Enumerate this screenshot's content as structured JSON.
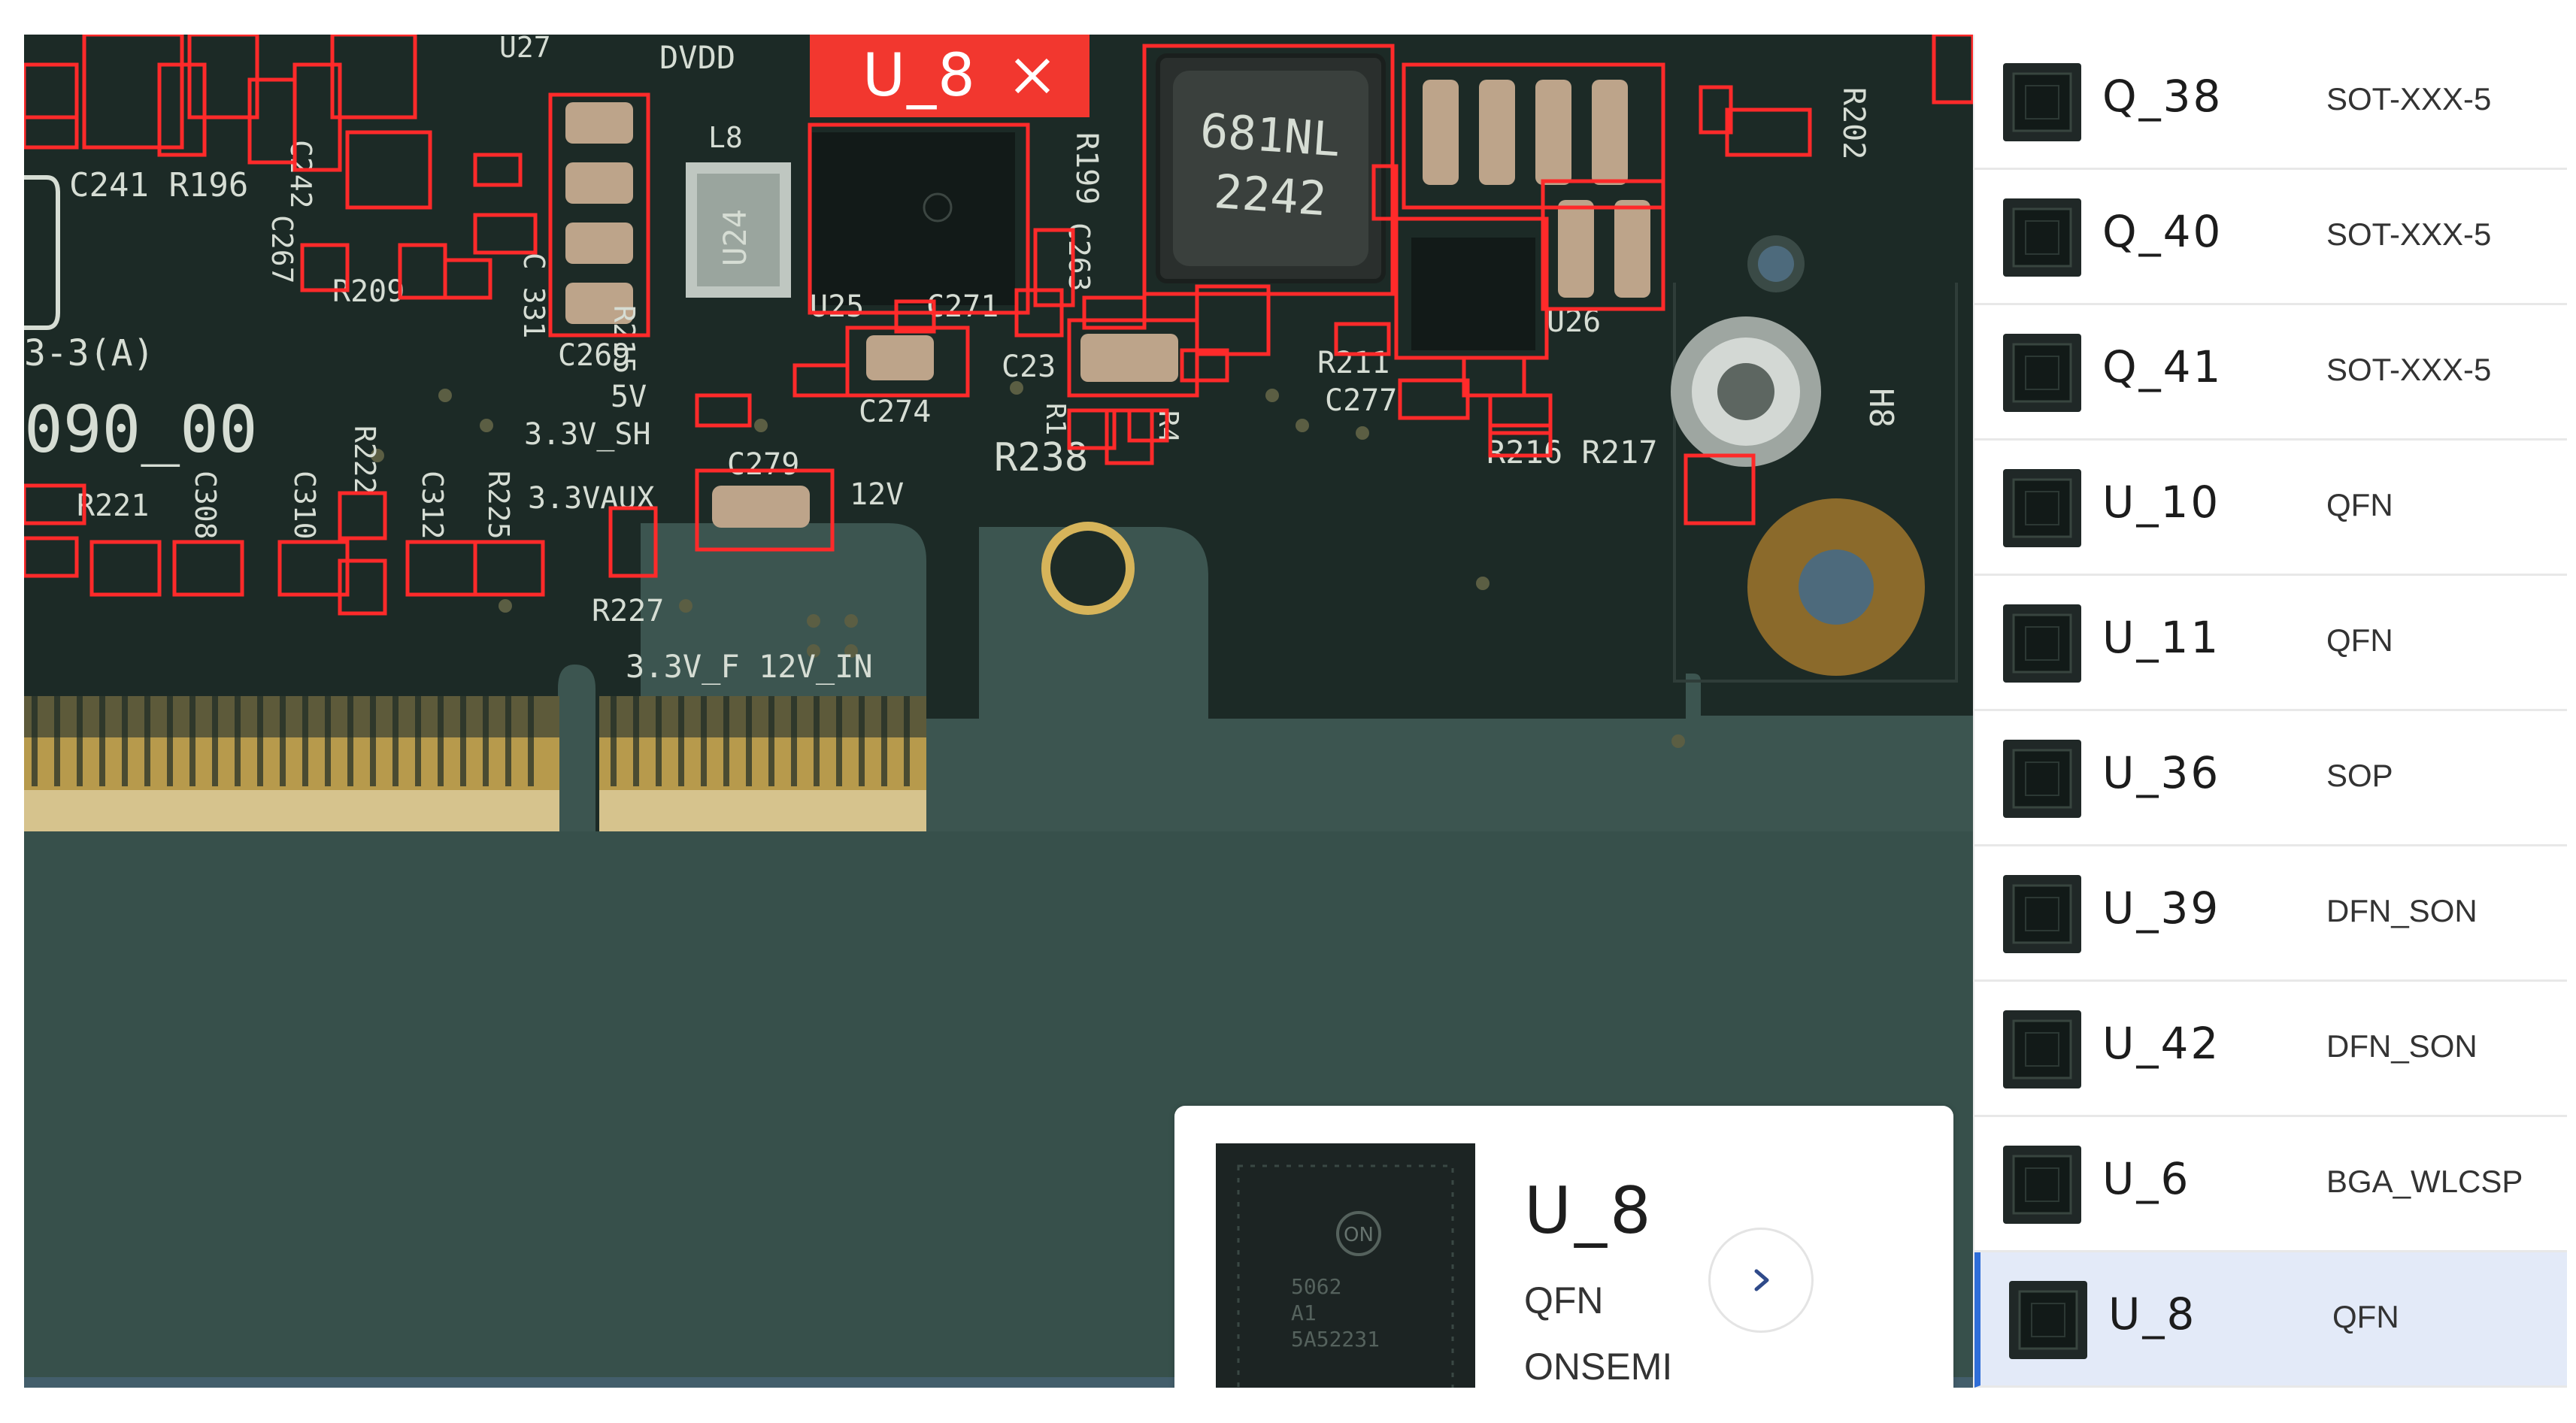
{
  "viewer": {
    "selection_tag": "U_8",
    "silkscreen": [
      {
        "name": "u27",
        "text": "U27"
      },
      {
        "name": "dvdd",
        "text": "DVDD"
      },
      {
        "name": "l8",
        "text": "L8"
      },
      {
        "name": "r199",
        "text": "R199"
      },
      {
        "name": "r202",
        "text": "R202"
      },
      {
        "name": "c241-r196",
        "text": "C241 R196"
      },
      {
        "name": "c242",
        "text": "C242"
      },
      {
        "name": "c267",
        "text": "C267"
      },
      {
        "name": "u24",
        "text": "U24"
      },
      {
        "name": "r209",
        "text": "R209"
      },
      {
        "name": "c331",
        "text": "C 331"
      },
      {
        "name": "u25",
        "text": "U25"
      },
      {
        "name": "c271",
        "text": "C271"
      },
      {
        "name": "c263",
        "text": "C263"
      },
      {
        "name": "c23",
        "text": "C23"
      },
      {
        "name": "r211",
        "text": "R211"
      },
      {
        "name": "c277",
        "text": "C277"
      },
      {
        "name": "u26",
        "text": "U26"
      },
      {
        "name": "h8",
        "text": "H8"
      },
      {
        "name": "rev",
        "text": "3-3(A)"
      },
      {
        "name": "board-id",
        "text": "090_00"
      },
      {
        "name": "c269",
        "text": "C269"
      },
      {
        "name": "r215",
        "text": "R215"
      },
      {
        "name": "5v",
        "text": "5V"
      },
      {
        "name": "3v3-sh",
        "text": "3.3V_SH"
      },
      {
        "name": "c274",
        "text": "C274"
      },
      {
        "name": "r1",
        "text": "R1"
      },
      {
        "name": "r4",
        "text": "R4"
      },
      {
        "name": "r238",
        "text": "R238"
      },
      {
        "name": "r216-r217",
        "text": "R216 R217"
      },
      {
        "name": "r221",
        "text": "R221"
      },
      {
        "name": "c308",
        "text": "C308"
      },
      {
        "name": "c310",
        "text": "C310"
      },
      {
        "name": "r222",
        "text": "R222"
      },
      {
        "name": "c312",
        "text": "C312"
      },
      {
        "name": "r225",
        "text": "R225"
      },
      {
        "name": "3v3aux",
        "text": "3.3VAUX"
      },
      {
        "name": "c279",
        "text": "C279"
      },
      {
        "name": "12v",
        "text": "12V"
      },
      {
        "name": "r227",
        "text": "R227"
      },
      {
        "name": "3v3f-12vin",
        "text": "3.3V_F 12V_IN"
      },
      {
        "name": "inductor-top",
        "text": "681NL"
      },
      {
        "name": "inductor-bottom",
        "text": "2242"
      }
    ]
  },
  "detail_card": {
    "title": "U_8",
    "package": "QFN",
    "manufacturer": "ONSEMI",
    "chip_marking": [
      "5062",
      "A1",
      "5A52231"
    ],
    "logo": "ON"
  },
  "components": [
    {
      "name": "Q_38",
      "package": "SOT-XXX-5"
    },
    {
      "name": "Q_40",
      "package": "SOT-XXX-5"
    },
    {
      "name": "Q_41",
      "package": "SOT-XXX-5"
    },
    {
      "name": "U_10",
      "package": "QFN"
    },
    {
      "name": "U_11",
      "package": "QFN"
    },
    {
      "name": "U_36",
      "package": "SOP"
    },
    {
      "name": "U_39",
      "package": "DFN_SON"
    },
    {
      "name": "U_42",
      "package": "DFN_SON"
    },
    {
      "name": "U_6",
      "package": "BGA_WLCSP"
    },
    {
      "name": "U_8",
      "package": "QFN",
      "selected": true
    }
  ],
  "colors": {
    "accent": "#2f6ed8",
    "selection_red": "#f2372f",
    "bbox_red": "#ff2a2a",
    "pcb_green": "#1d2b27",
    "background_teal": "#3c5550"
  }
}
